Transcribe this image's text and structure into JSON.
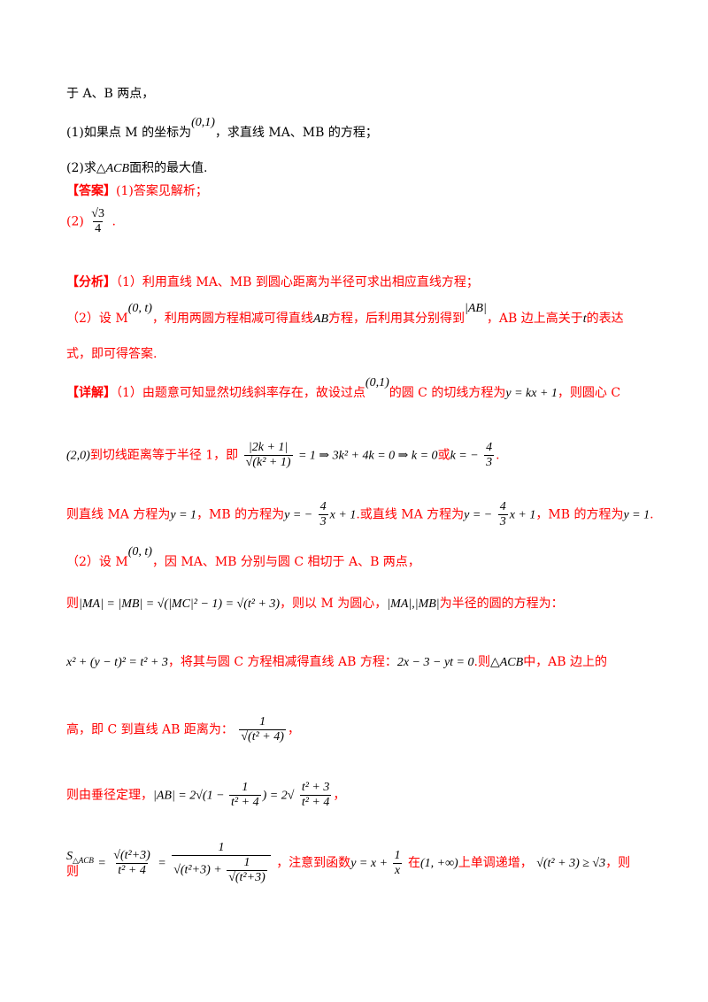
{
  "colors": {
    "answer": "#ff0000",
    "text": "#000000"
  },
  "l1": "于 A、B 两点，",
  "q1": {
    "a": "(1)如果点 M 的坐标为",
    "m": "(0,1)",
    "b": "，求直线 MA、MB 的方程；"
  },
  "q2": {
    "a": "(2)求",
    "m": "△ACB",
    "b": "面积的最大值."
  },
  "ans": {
    "tag": "【答案】",
    "t": "(1)答案见解析；",
    "p2": "(2)",
    "num": "√3",
    "den": "4",
    "end": "."
  },
  "fx": {
    "tag": "【分析】",
    "t": "（1）利用直线 MA、MB 到圆心距离为半径可求出相应直线方程；"
  },
  "fx2": {
    "a": "（2）设 M",
    "m1": "(0, t)",
    "b": "，利用两圆方程相减可得直线",
    "m2": "AB",
    "c": "方程，后利用其分别得到",
    "m3": "|AB|",
    "d": "，AB 边上高关于",
    "m4": "t",
    "e": "的表达"
  },
  "fx3": "式，即可得答案.",
  "xj": {
    "tag": "【详解】",
    "a": "（1）由题意可知显然切线斜率存在，故设过点",
    "m1": "(0,1)",
    "b": "的圆 C 的切线方程为",
    "m2": "y = kx + 1",
    "c": "，则圆心 C"
  },
  "d1": {
    "m1": "(2,0)",
    "a": "到切线距离等于半径 1，即",
    "num": "|2k + 1|",
    "den": "√(k² + 1)",
    "eq": "= 1 ⇒ 3k² + 4k = 0 ⇒ k = 0",
    "or": "或",
    "k2": "k = −",
    "kn": "4",
    "kd": "3",
    "end": "."
  },
  "d2": {
    "a": "则直线 MA 方程为",
    "m1": "y = 1",
    "b": "，MB 的方程为",
    "m2a": "y = −",
    "n": "4",
    "dd": "3",
    "m2b": "x + 1",
    "c": ".或直线 MA 方程为",
    "m3a": "y = −",
    "m3b": "x + 1",
    "d": "，MB 的方程为",
    "m4": "y = 1",
    "e": "."
  },
  "d3": {
    "a": "（2）设 M",
    "m1": "(0, t)",
    "b": "，因 MA、MB 分别与圆 C 相切于 A、B 两点，"
  },
  "d4": {
    "a": "则",
    "m": "|MA| = |MB| = √(|MC|² − 1) = √(t² + 3)",
    "b": "，则以 M 为圆心，",
    "m2": "|MA|,|MB|",
    "c": "为半径的圆的方程为："
  },
  "d5": {
    "m1": "x² + (y − t)² = t² + 3",
    "a": "，将其与圆 C 方程相减得直线 AB 方程：",
    "m2": "2x − 3 − yt = 0",
    "b": ".则",
    "m3": "△ACB",
    "c": "中，AB 边上的"
  },
  "d6": {
    "a": "高，即 C 到直线 AB 距离为：",
    "num": "1",
    "den": "√(t² + 4)",
    "b": "，"
  },
  "d7": {
    "a": "则由垂径定理，",
    "m": "|AB| = 2√(1 − ",
    "n1": "1",
    "d1": "t² + 4",
    "m2": ") = 2√",
    "n2": "t² + 3",
    "d2": "t² + 4",
    "b": "，"
  },
  "d8": {
    "s": "S",
    "sub": "△ACB",
    "eq": "=",
    "n1": "√(t²+3)",
    "d1": "t² + 4",
    "eq2": "=",
    "n2": "1",
    "d2a": "√(t²+3) + ",
    "d2n": "1",
    "d2d": "√(t²+3)",
    "pre": "则",
    "a": "，注意到函数",
    "f": "y = x + ",
    "fn": "1",
    "fd": "x",
    "b": "在",
    "iv": "(1, +∞)",
    "c": "上单调递增，",
    "m": "√(t² + 3) ≥ √3",
    "d": "，则"
  }
}
